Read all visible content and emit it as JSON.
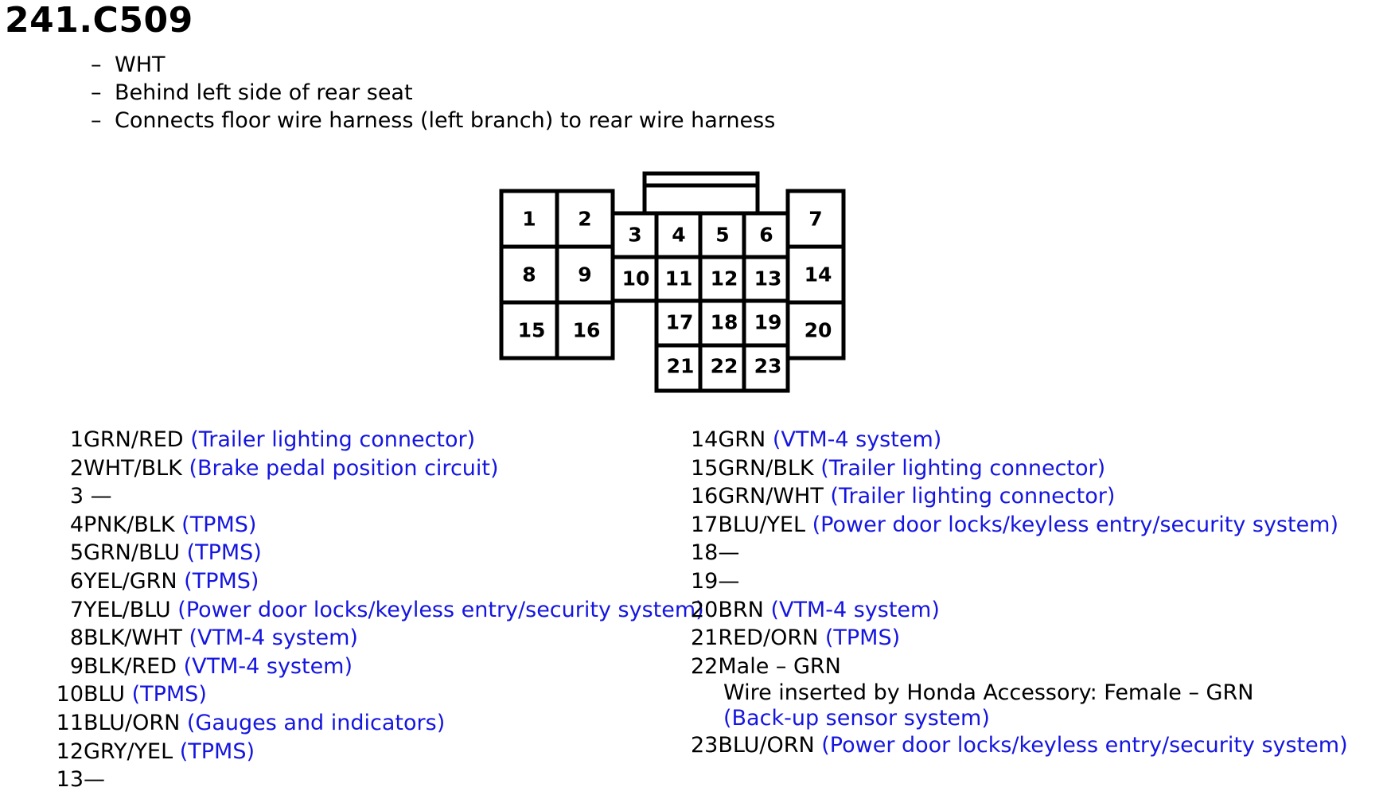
{
  "title": "241.C509",
  "notes": [
    "WHT",
    "Behind left side of rear seat",
    "Connects floor wire harness (left branch) to rear wire harness"
  ],
  "connector_pins": [
    "1",
    "2",
    "3",
    "4",
    "5",
    "6",
    "7",
    "8",
    "9",
    "10",
    "11",
    "12",
    "13",
    "14",
    "15",
    "16",
    "17",
    "18",
    "19",
    "20",
    "21",
    "22",
    "23"
  ],
  "pins_left": [
    {
      "num": "1",
      "color": "GRN/RED",
      "desc": "(Trailer lighting connector)"
    },
    {
      "num": "2",
      "color": "WHT/BLK",
      "desc": "(Brake pedal position circuit)"
    },
    {
      "num": "3",
      "color": "—",
      "desc": ""
    },
    {
      "num": "4",
      "color": "PNK/BLK",
      "desc": "(TPMS)"
    },
    {
      "num": "5",
      "color": "GRN/BLU",
      "desc": "(TPMS)"
    },
    {
      "num": "6",
      "color": "YEL/GRN",
      "desc": "(TPMS)"
    },
    {
      "num": "7",
      "color": "YEL/BLU",
      "desc": "(Power door locks/keyless entry/security system)"
    },
    {
      "num": "8",
      "color": "BLK/WHT",
      "desc": "(VTM-4 system)"
    },
    {
      "num": "9",
      "color": "BLK/RED",
      "desc": "(VTM-4 system)"
    },
    {
      "num": "10",
      "color": "BLU",
      "desc": "(TPMS)"
    },
    {
      "num": "11",
      "color": "BLU/ORN",
      "desc": "(Gauges and indicators)"
    },
    {
      "num": "12",
      "color": "GRY/YEL",
      "desc": "(TPMS)"
    },
    {
      "num": "13",
      "color": "—",
      "desc": ""
    }
  ],
  "pins_right": [
    {
      "num": "14",
      "color": "GRN",
      "desc": "(VTM-4 system)"
    },
    {
      "num": "15",
      "color": "GRN/BLK",
      "desc": "(Trailer lighting connector)"
    },
    {
      "num": "16",
      "color": "GRN/WHT",
      "desc": "(Trailer lighting connector)"
    },
    {
      "num": "17",
      "color": "BLU/YEL",
      "desc": "(Power door locks/keyless entry/security system)"
    },
    {
      "num": "18",
      "color": "—",
      "desc": ""
    },
    {
      "num": "19",
      "color": "—",
      "desc": ""
    },
    {
      "num": "20",
      "color": "BRN",
      "desc": "(VTM-4 system)"
    },
    {
      "num": "21",
      "color": "RED/ORN",
      "desc": "(TPMS)"
    },
    {
      "num": "22",
      "color": "Male – GRN",
      "desc": ""
    }
  ],
  "pin22_note": {
    "text": "Wire inserted by Honda Accessory: Female – GRN",
    "desc": "(Back-up sensor system)"
  },
  "pin23": {
    "num": "23",
    "color": "BLU/ORN",
    "desc": "(Power door locks/keyless entry/security system)"
  },
  "colors": {
    "description_text": "#1515e0",
    "outline": "#000000"
  }
}
